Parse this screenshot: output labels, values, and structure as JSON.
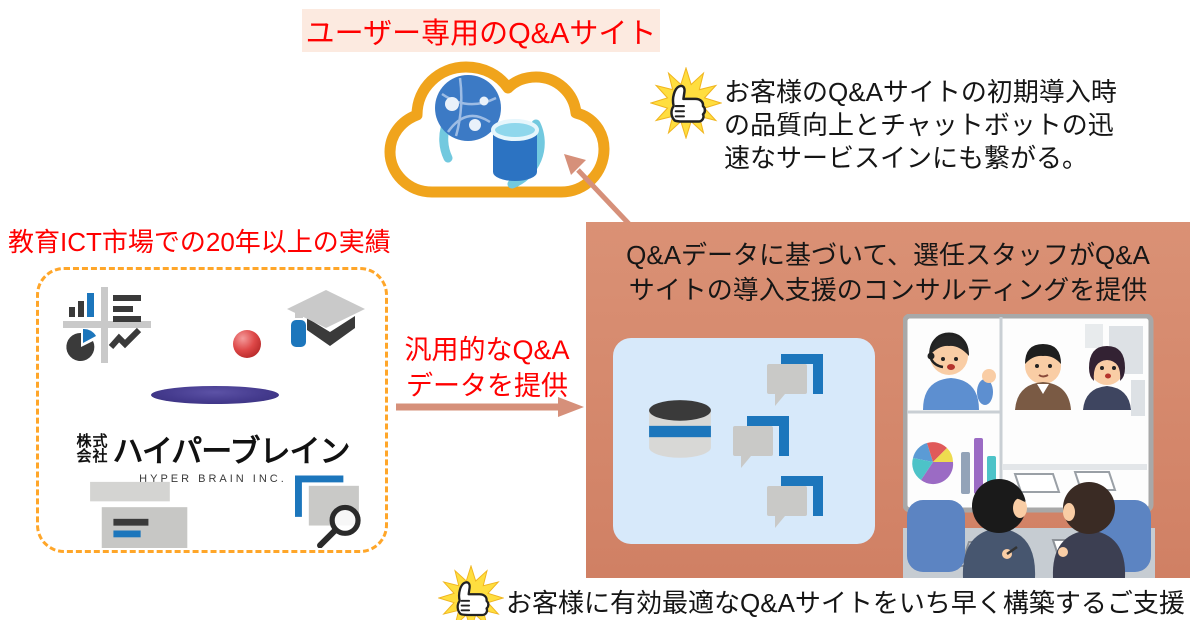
{
  "title": "ユーザー専用のQ&Aサイト",
  "benefit_top": {
    "line1": "お客様のQ&Aサイトの初期導入時",
    "line2": "の品質向上とチャットボットの迅",
    "line3": "速なサービスインにも繋がる。"
  },
  "left_caption": "教育ICT市場での20年以上の実績",
  "logo": {
    "prefix_top": "株式",
    "prefix_bottom": "会社",
    "name": "ハイパーブレイン",
    "name_en": "HYPER BRAIN INC."
  },
  "provide": {
    "line1": "汎用的なQ&A",
    "line2": "データを提供"
  },
  "consult": {
    "line1": "Q&Aデータに基づいて、選任スタッフがQ&A",
    "line2": "サイトの導入支援のコンサルティングを提供"
  },
  "benefit_bottom": "お客様に有効最適なQ&Aサイトをいち早く構築するご支援",
  "colors": {
    "red_text": "#FF0000",
    "title_bg": "#FCEAE0",
    "cloud_orange": "#F0A41C",
    "dashed_border": "#FFA629",
    "salmon_box": "#D78C70",
    "salmon_arrow": "#D6907A",
    "light_blue_panel": "#D7E9FA",
    "azure_blue": "#1C76BC",
    "dark_icon": "#3A3A3A",
    "gray_icon": "#C9C9C7"
  },
  "icons": {
    "thumbs_up": "👍",
    "cloud": "☁",
    "database": "🛢",
    "chat_bubble": "💬",
    "search": "🔍",
    "graduation_cap": "🎓",
    "analytics": "📊"
  }
}
